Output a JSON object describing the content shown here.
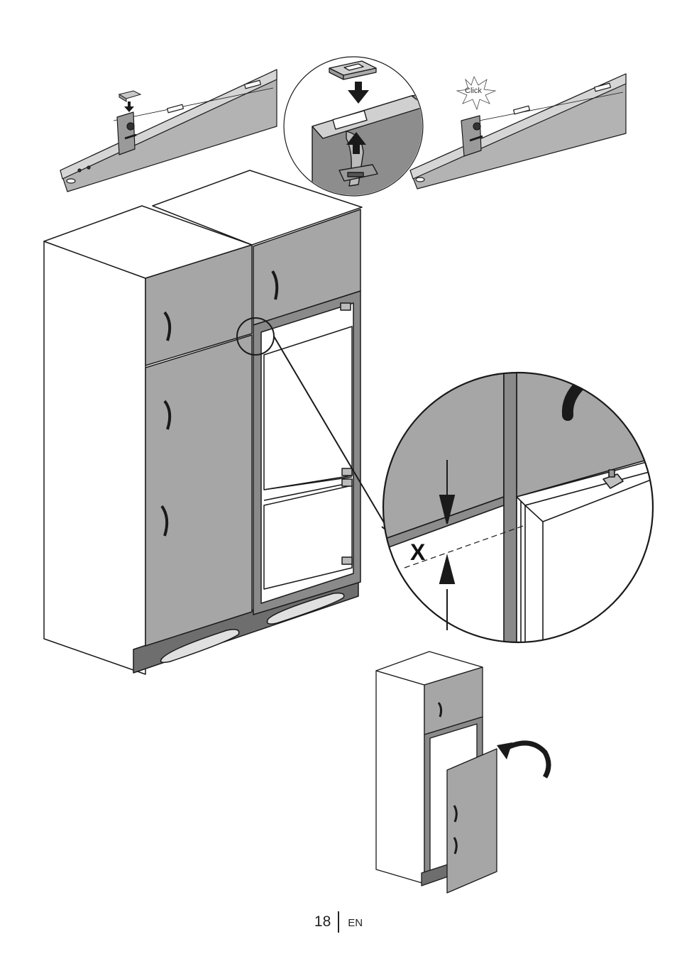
{
  "figure": {
    "click_label": "Click",
    "dimension_label": "X"
  },
  "footer": {
    "page_number": "18",
    "language": "EN"
  },
  "colors": {
    "door_panel": "#a6a6a6",
    "line": "#1a1a1a",
    "plinth": "#6e6e6e",
    "cabinet_side": "#ffffff"
  }
}
